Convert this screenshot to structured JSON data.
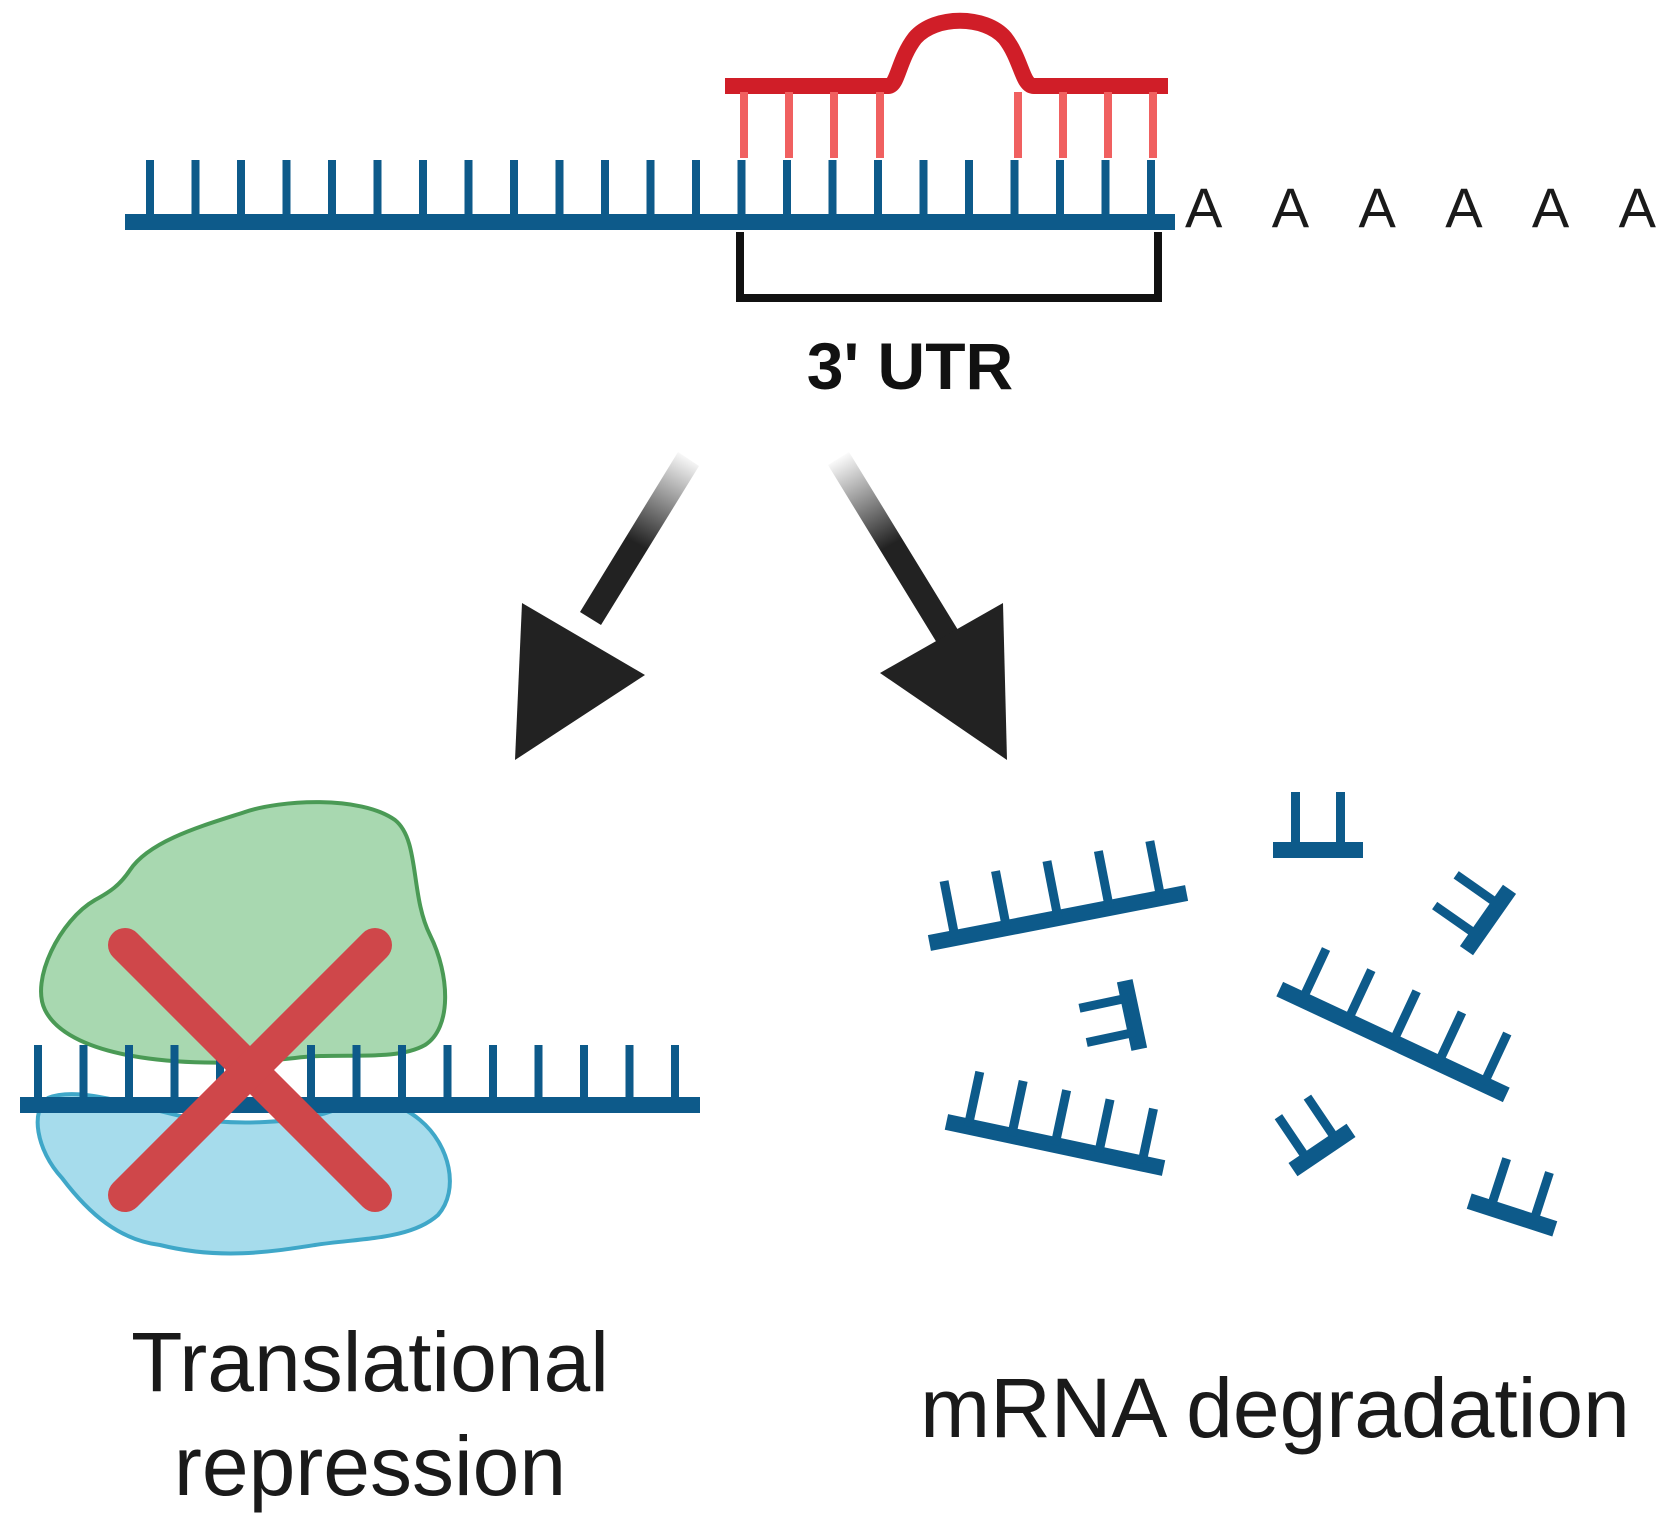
{
  "poly_a_tail": "A A A A A A",
  "utr_label": "3' UTR",
  "outcomes": {
    "left": "Translational repression",
    "right": "mRNA degradation"
  },
  "colors": {
    "mrna": "#0d5a8a",
    "mirna": "#d01e28",
    "mirna_pairs": "#f06060",
    "arrow": "#222222",
    "ribosome_large": "#a8d8b0",
    "ribosome_large_edge": "#4a9a55",
    "ribosome_small": "#a6dcec",
    "ribosome_small_edge": "#3fa7c8",
    "cross": "#cf474a"
  }
}
